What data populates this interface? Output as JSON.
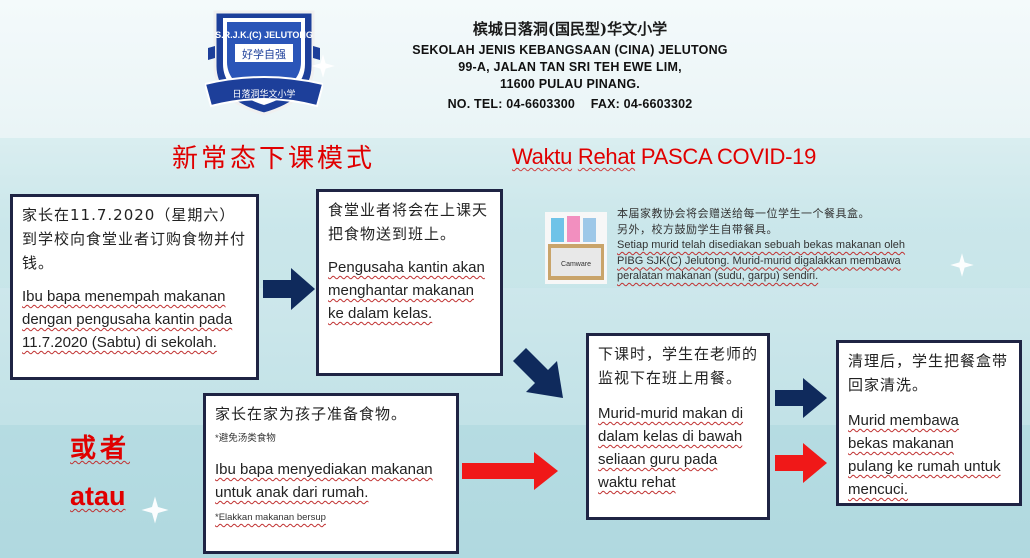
{
  "header": {
    "school_cn": "槟城日落洞(国民型)华文小学",
    "school_my": "SEKOLAH JENIS KEBANGSAAN (CINA) JELUTONG",
    "address1": "99-A,  JALAN TAN SRI TEH EWE LIM,",
    "address2": "11600 PULAU PINANG.",
    "tel": "NO. TEL: 04-6603300",
    "fax": "FAX: 04-6603302"
  },
  "crest": {
    "top_text": "S.R.J.K.(C) JELUTONG",
    "motto": "好学自强",
    "bottom_text": "日落洞华文小学"
  },
  "titles": {
    "cn": "新常态下课模式",
    "my_part1": "Waktu",
    "my_part2": "Rehat",
    "my_part3": "PASCA COVID-19"
  },
  "box1": {
    "cn": "家长在11.7.2020（星期六）到学校向食堂业者订购食物并付钱。",
    "my_1": "Ibu bapa menempah makanan",
    "my_2": "dengan pengusaha kantin pada",
    "my_3": "11.7.2020 (Sabtu) di sekolah."
  },
  "box2": {
    "cn": "食堂业者将会在上课天把食物送到班上。",
    "my_1": "Pengusaha kantin akan",
    "my_2": "menghantar makanan",
    "my_3": "ke dalam kelas."
  },
  "info": {
    "cn_1": "本届家教协会将会赠送给每一位学生一个餐具盒。",
    "cn_2": "另外，校方鼓励学生自带餐具。",
    "my_1": "Setiap murid telah disediakan sebuah bekas makanan oleh",
    "my_2": "PIBG SJK(C) Jelutong. Murid-murid digalakkan membawa",
    "my_3": "peralatan makanan (sudu, garpu) sendiri.",
    "product_brand": "Camware"
  },
  "box3": {
    "cn": "家长在家为孩子准备食物。",
    "note_cn": "*避免汤类食物",
    "my_1": "Ibu bapa menyediakan makanan",
    "my_2": "untuk anak dari rumah.",
    "note_my": "*Elakkan makanan bersup"
  },
  "box4": {
    "cn": "下课时，学生在老师的监视下在班上用餐。",
    "my_1": "Murid-murid makan di",
    "my_2": "dalam kelas di bawah",
    "my_3": "seliaan guru pada",
    "my_4": "waktu rehat"
  },
  "box5": {
    "cn": "清理后，学生把餐盒带回家清洗。",
    "my_1": "Murid membawa",
    "my_2": "bekas makanan",
    "my_3": "pulang ke rumah untuk",
    "my_4": "mencuci."
  },
  "or": {
    "cn": "或者",
    "my": "atau"
  },
  "colors": {
    "navy_arrow": "#0f2a5c",
    "red": "#e00000",
    "box_border": "#1f2444"
  }
}
